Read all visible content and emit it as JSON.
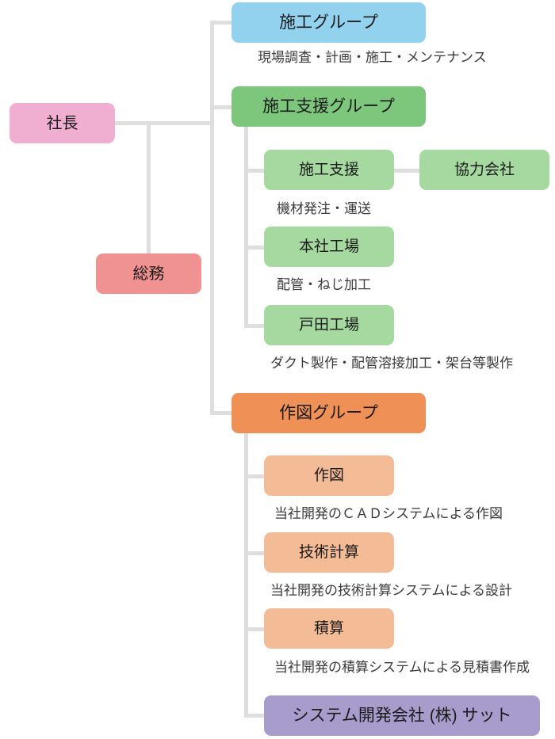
{
  "diagram": {
    "type": "organization-chart",
    "title": "",
    "colors": {
      "president": "#f0afd0",
      "general-affairs": "#f09292",
      "construction-group": "#92d2ee",
      "support-group": "#7cc77c",
      "support-child": "#a5d9a0",
      "drafting-group": "#ef9156",
      "drafting-child": "#f4bb97",
      "system-company": "#a89ccd",
      "connector": "#dedede",
      "caption-text": "#3a3a3a",
      "node-text": "#1a1a1a",
      "background": "#ffffff"
    },
    "nodes": {
      "president": "社長",
      "general_affairs": "総務",
      "construction_group": "施工グループ",
      "support_group": "施工支援グループ",
      "construction_support": "施工支援",
      "partner_company": "協力会社",
      "head_office_factory": "本社工場",
      "toda_factory": "戸田工場",
      "drafting_group": "作図グループ",
      "drafting": "作図",
      "technical_calculation": "技術計算",
      "estimation": "積算",
      "system_company": "システム開発会社 (株) サット"
    },
    "captions": {
      "construction_group": "現場調査・計画・施工・メンテナンス",
      "construction_support": "機材発注・運送",
      "head_office_factory": "配管・ねじ加工",
      "toda_factory": "ダクト製作・配管溶接加工・架台等製作",
      "drafting": "当社開発のＣＡＤシステムによる作図",
      "technical_calculation": "当社開発の技術計算システムによる設計",
      "estimation": "当社開発の積算システムによる見積書作成"
    }
  }
}
